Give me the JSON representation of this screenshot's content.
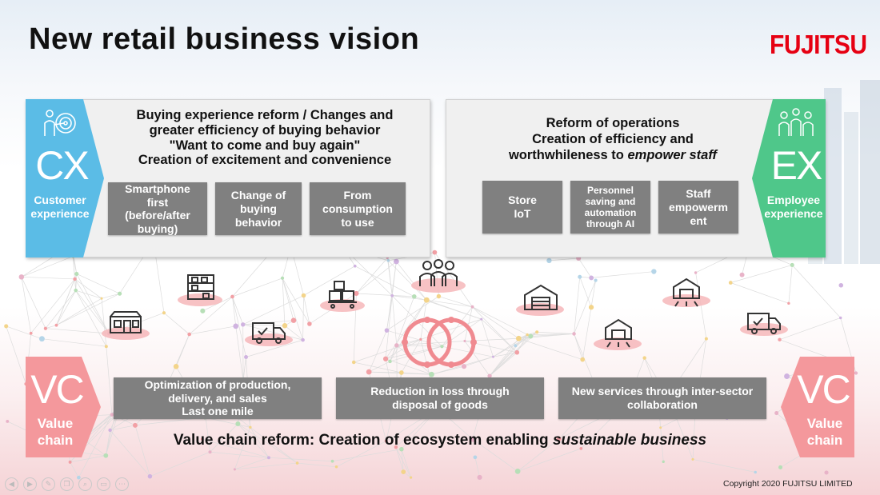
{
  "title": "New retail business vision",
  "logo": "FUJITSU",
  "copyright": "Copyright 2020 FUJITSU LIMITED",
  "cx": {
    "badge_big": "CX",
    "badge_label": [
      "Customer",
      "experience"
    ],
    "heading": [
      "Buying experience reform / Changes and",
      "greater efficiency of buying behavior",
      "\"Want to come and buy again\"",
      "Creation of excitement and convenience"
    ],
    "boxes": [
      [
        "Smartphone",
        "first",
        "(before/after",
        "buying)"
      ],
      [
        "Change of",
        "buying",
        "behavior"
      ],
      [
        "From",
        "consumption",
        "to use"
      ]
    ],
    "color": "#5bbce6"
  },
  "ex": {
    "badge_big": "EX",
    "badge_label": [
      "Employee",
      "experience"
    ],
    "heading_1": "Reform of operations",
    "heading_2": "Creation of efficiency and",
    "heading_3_normal": "worthwhileness to ",
    "heading_3_italic": "empower staff",
    "boxes": [
      [
        "Store",
        "IoT"
      ],
      [
        "Personnel",
        "saving and",
        "automation",
        "through AI"
      ],
      [
        "Staff",
        "empowerm",
        "ent"
      ]
    ],
    "color": "#4fc78a"
  },
  "vc": {
    "badge_big": "VC",
    "badge_label": [
      "Value",
      "chain"
    ],
    "boxes": [
      [
        "Optimization of production,",
        "delivery, and sales",
        "Last one mile"
      ],
      [
        "Reduction in loss through",
        "disposal of goods"
      ],
      [
        "New services through inter-sector",
        "collaboration"
      ]
    ],
    "statement_normal": "Value chain reform: Creation of ecosystem enabling ",
    "statement_italic": "sustainable business",
    "color": "#f4989c"
  },
  "icons": [
    "target-person-icon",
    "team-icon",
    "shelves-icon",
    "boxes-icon",
    "store-icon",
    "truck-icon",
    "people-icon",
    "warehouse-icon",
    "factory-icon",
    "delivery-truck-icon",
    "rings-icon"
  ],
  "nav": [
    "◀",
    "▶",
    "✎",
    "❐",
    "⌕",
    "▭",
    "⋯"
  ]
}
